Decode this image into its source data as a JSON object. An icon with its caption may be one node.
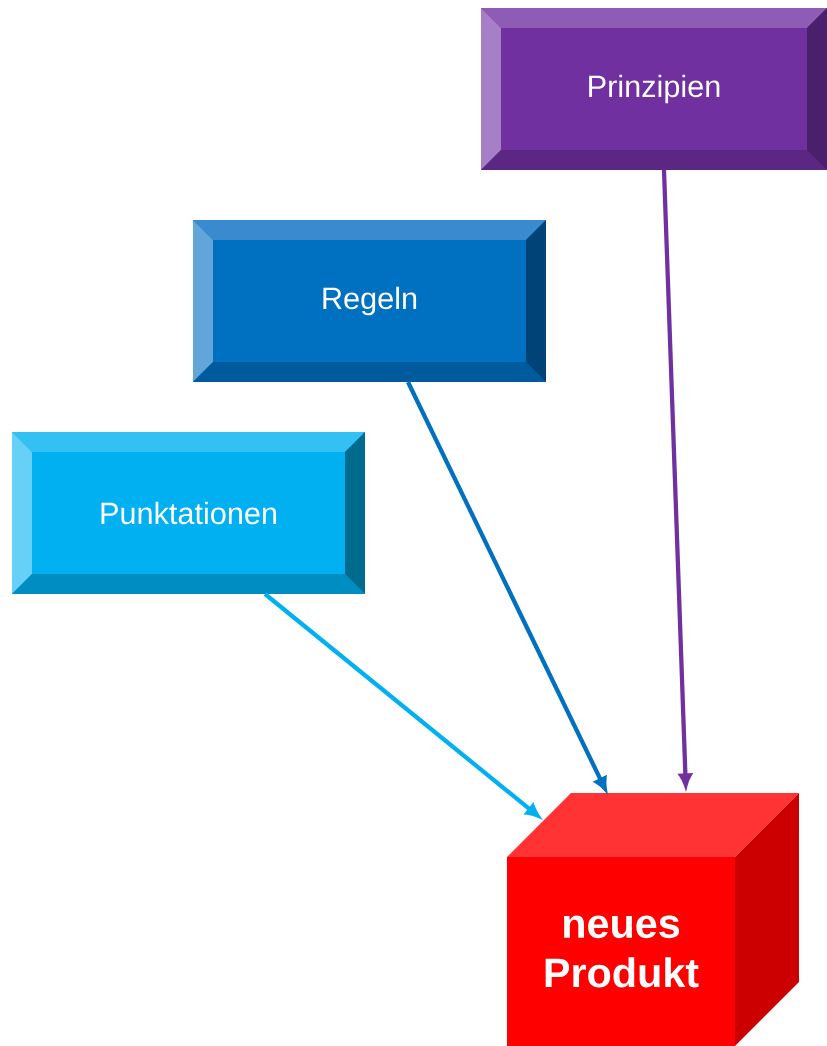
{
  "diagram": {
    "nodes": [
      {
        "text": [
          "Prinzipien"
        ]
      },
      {
        "text": [
          "Regeln"
        ]
      },
      {
        "text": [
          "Punktationen"
        ]
      },
      {
        "text": [
          "neues Produkt"
        ]
      }
    ],
    "edges": [
      {
        "from": 2,
        "to": 3,
        "arrow": "to",
        "color": "#00b0f0"
      },
      {
        "from": 1,
        "to": 3,
        "arrow": "to",
        "color": "#0070c0"
      },
      {
        "from": 0,
        "to": 3,
        "arrow": "to",
        "color": "#7030a0"
      }
    ]
  }
}
